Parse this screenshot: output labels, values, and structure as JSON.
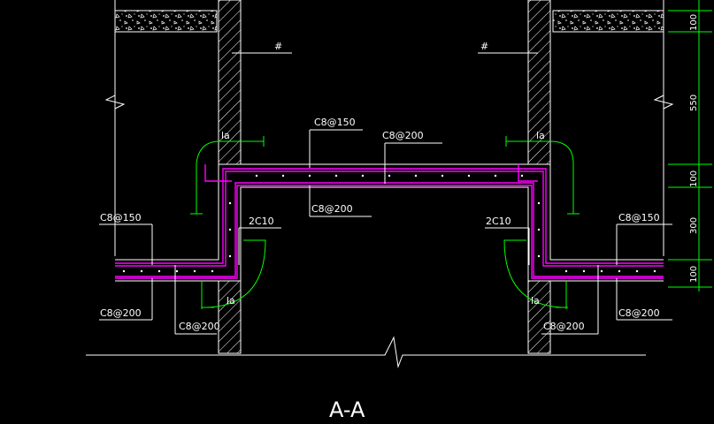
{
  "drawing": {
    "section_title": "A-A",
    "colors": {
      "background": "#000000",
      "outline": "#ffffff",
      "rebar": "#ff00ff",
      "dimension": "#00ff00",
      "label_text": "#ffffff"
    },
    "labels": {
      "top_rebar": "C8@150",
      "bottom_rebar": "C8@200",
      "left_slab_top": "C8@150",
      "left_slab_bottom": "C8@200",
      "left_wall_bar": "C8@200",
      "right_slab_top": "C8@150",
      "right_slab_bottom": "C8@200",
      "right_wall_bar": "C8@200",
      "left_2c10": "2C10",
      "right_2c10": "2C10",
      "left_la_top": "la",
      "left_la_bottom": "la",
      "right_la_top": "la",
      "right_la_bottom": "la",
      "left_wall_mark": "#",
      "right_wall_mark": "#"
    },
    "dimensions": [
      "100",
      "550",
      "100",
      "300",
      "100"
    ]
  }
}
